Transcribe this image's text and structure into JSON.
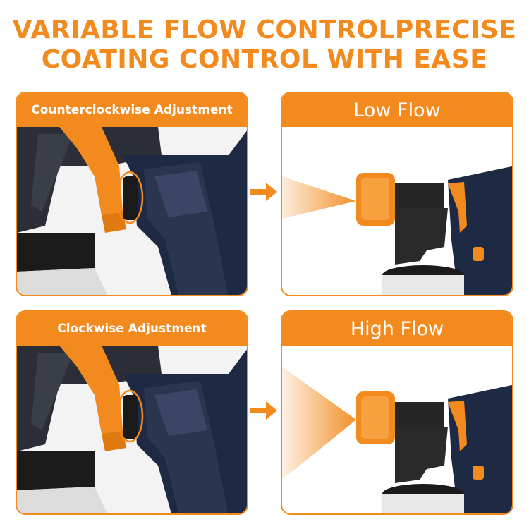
{
  "headline": {
    "line1": "VARIABLE FLOW CONTROLPRECISE",
    "line2": "COATING CONTROL WITH EASE"
  },
  "panels": [
    {
      "label": "Counterclockwise Adjustment"
    },
    {
      "label": "Low Flow"
    },
    {
      "label": "Clockwise Adjustment"
    },
    {
      "label": "High Flow"
    }
  ],
  "colors": {
    "accent": "#f28a1e",
    "body": "#2c2f3a",
    "navy": "#1e2a44",
    "container": "#e9e9e9"
  }
}
